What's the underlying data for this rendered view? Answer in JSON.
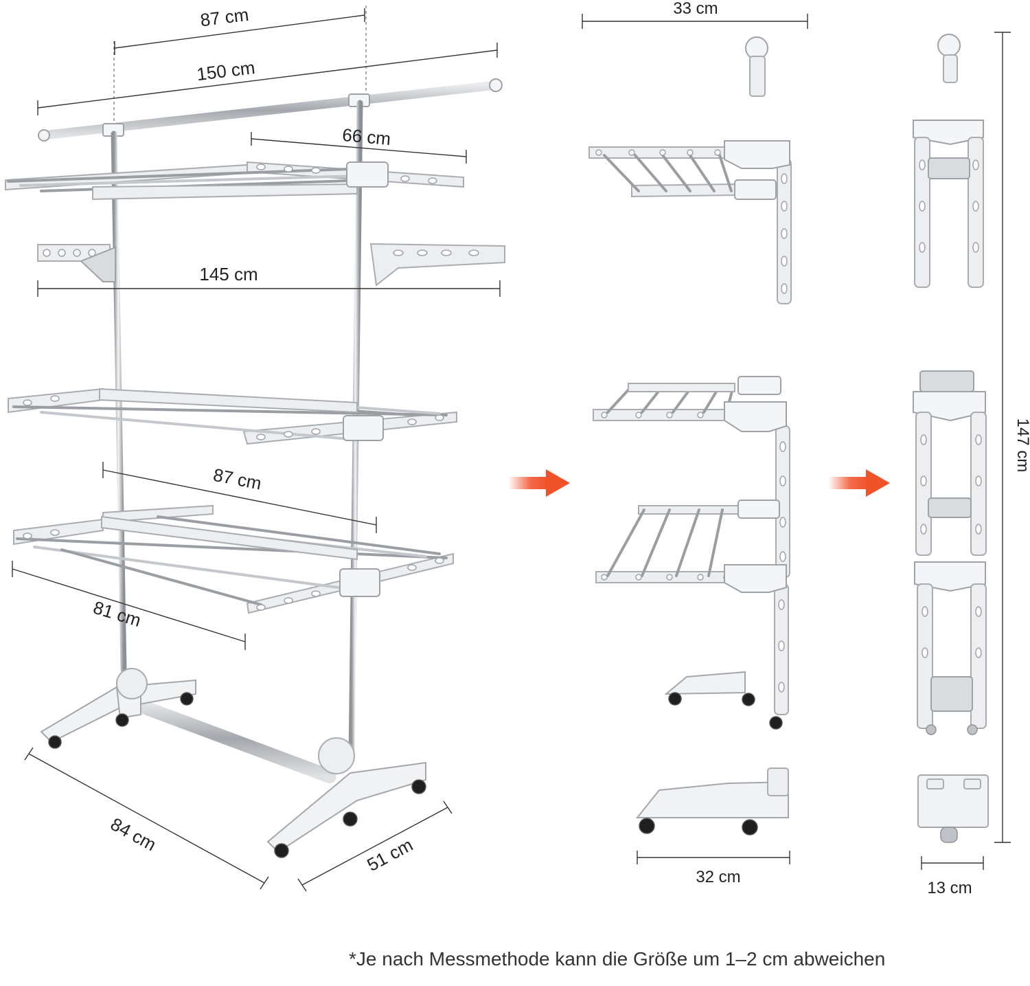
{
  "dimensions": {
    "top_width_inner": "87 cm",
    "top_width_full": "150 cm",
    "top_depth": "66 cm",
    "wings_width": "145 cm",
    "middle_depth": "87 cm",
    "bottom_width": "81 cm",
    "base_length": "84 cm",
    "base_depth": "51 cm",
    "side_top_width": "33 cm",
    "side_base_width": "32 cm",
    "folded_width": "13 cm",
    "height": "147 cm"
  },
  "footnote": "*Je nach Messmethode kann die Größe um 1–2 cm abweichen",
  "colors": {
    "arrow": "#f0522a",
    "steel": "#b9bdc2",
    "plastic": "#eceef0",
    "wheel": "#1f1f1f"
  },
  "icons": {
    "arrow_1": "arrow-right-icon",
    "arrow_2": "arrow-right-icon"
  }
}
